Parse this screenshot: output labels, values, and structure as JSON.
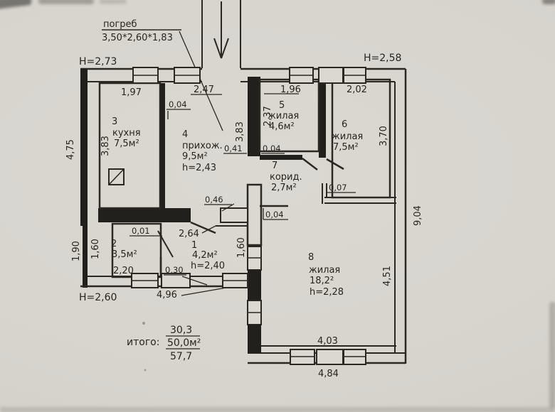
{
  "paper": {
    "bg": "#d8d5cf",
    "ink": "#2b2722"
  },
  "cellar": {
    "label": "погреб",
    "size": "3,50*2,60*1,83"
  },
  "heights": {
    "top_left": "Н=2,73",
    "top_right": "Н=2,58",
    "bottom_left": "Н=2,60"
  },
  "rooms": [
    {
      "num": "1",
      "area": "4,2м²",
      "h": "h=2,40"
    },
    {
      "num": "2",
      "area": "3,5м²"
    },
    {
      "num": "3",
      "name": "кухня",
      "area": "7,5м²"
    },
    {
      "num": "4",
      "name": "прихож.",
      "area": "9,5м²",
      "h": "h=2,43"
    },
    {
      "num": "5",
      "name": "жилая",
      "area": "4,6м²"
    },
    {
      "num": "6",
      "name": "жилая",
      "area": "7,5м²"
    },
    {
      "num": "7",
      "name": "корид.",
      "area": "2,7м²"
    },
    {
      "num": "8",
      "name": "жилая",
      "area": "18,2²",
      "h": "h=2,28"
    }
  ],
  "dims": {
    "top": [
      "1,97",
      "2,47",
      "1,96",
      "2,02"
    ],
    "left": [
      "4,75",
      "3,83",
      "1,90",
      "1,60"
    ],
    "right": [
      "9,04",
      "4,51"
    ],
    "bottom": [
      "4,96",
      "4,03",
      "4,84"
    ],
    "inner": [
      "0,04",
      "0,41",
      "2,37",
      "3,83",
      "0,04",
      "0,46",
      "0,04",
      "0,07",
      "0,01",
      "2,64",
      "1,60",
      "2,20",
      "0,30",
      "3,70"
    ]
  },
  "totals": {
    "label": "итого:",
    "living_area": "30,3",
    "total_area": "50,0м²",
    "overall": "57,7"
  }
}
